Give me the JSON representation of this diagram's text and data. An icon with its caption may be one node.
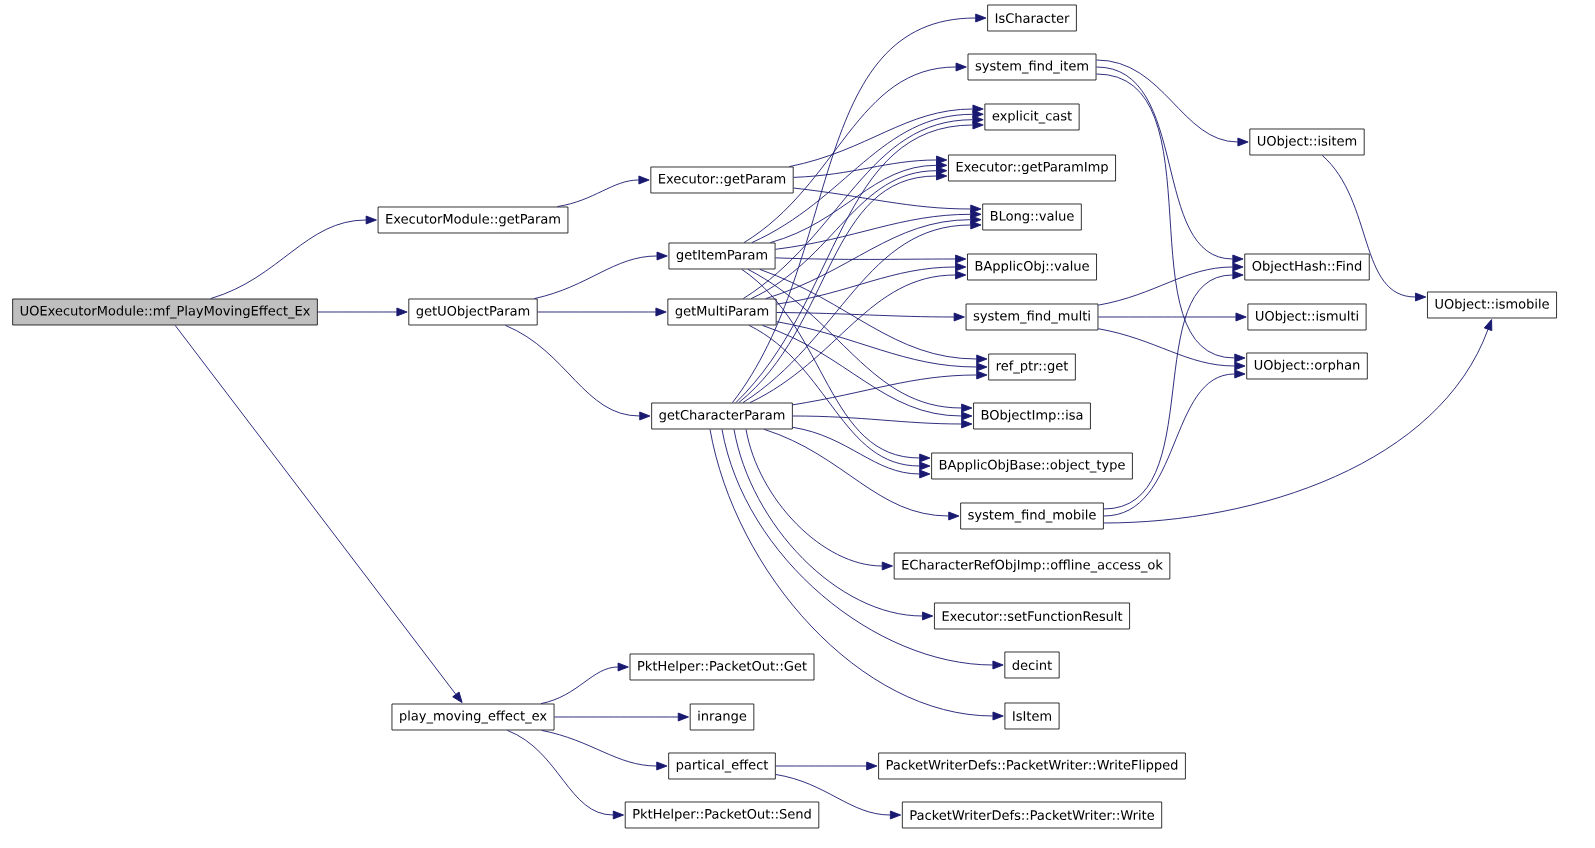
{
  "diagram": {
    "nodes": [
      {
        "text": [
          "UOExecutorModule::mf_PlayMovingEffect_Ex"
        ]
      },
      {
        "text": [
          "ExecutorModule::getParam"
        ]
      },
      {
        "text": [
          "getUObjectParam"
        ]
      },
      {
        "text": [
          "play_moving_effect_ex"
        ]
      },
      {
        "text": [
          "Executor::getParam"
        ]
      },
      {
        "text": [
          "getItemParam"
        ]
      },
      {
        "text": [
          "getMultiParam"
        ]
      },
      {
        "text": [
          "getCharacterParam"
        ]
      },
      {
        "text": [
          "PktHelper::PacketOut::Get"
        ]
      },
      {
        "text": [
          "inrange"
        ]
      },
      {
        "text": [
          "partical_effect"
        ]
      },
      {
        "text": [
          "PktHelper::PacketOut::Send"
        ]
      },
      {
        "text": [
          "IsCharacter"
        ]
      },
      {
        "text": [
          "system_find_item"
        ]
      },
      {
        "text": [
          "explicit_cast"
        ]
      },
      {
        "text": [
          "Executor::getParamImp"
        ]
      },
      {
        "text": [
          "BLong::value"
        ]
      },
      {
        "text": [
          "BApplicObj::value"
        ]
      },
      {
        "text": [
          "system_find_multi"
        ]
      },
      {
        "text": [
          "ref_ptr::get"
        ]
      },
      {
        "text": [
          "BObjectImp::isa"
        ]
      },
      {
        "text": [
          "BApplicObjBase::object_type"
        ]
      },
      {
        "text": [
          "system_find_mobile"
        ]
      },
      {
        "text": [
          "ECharacterRefObjImp::offline_access_ok"
        ]
      },
      {
        "text": [
          "Executor::setFunctionResult"
        ]
      },
      {
        "text": [
          "decint"
        ]
      },
      {
        "text": [
          "IsItem"
        ]
      },
      {
        "text": [
          "PacketWriterDefs::PacketWriter::WriteFlipped"
        ]
      },
      {
        "text": [
          "PacketWriterDefs::PacketWriter::Write"
        ]
      },
      {
        "text": [
          "UObject::isitem"
        ]
      },
      {
        "text": [
          "ObjectHash::Find"
        ]
      },
      {
        "text": [
          "UObject::ismulti"
        ]
      },
      {
        "text": [
          "UObject::orphan"
        ]
      },
      {
        "text": [
          "UObject::ismobile"
        ]
      }
    ],
    "edges": [
      {
        "from": 0,
        "to": 1,
        "arrow": "to"
      },
      {
        "from": 0,
        "to": 2,
        "arrow": "to"
      },
      {
        "from": 0,
        "to": 3,
        "arrow": "to"
      },
      {
        "from": 1,
        "to": 4,
        "arrow": "to"
      },
      {
        "from": 2,
        "to": 5,
        "arrow": "to"
      },
      {
        "from": 2,
        "to": 6,
        "arrow": "to"
      },
      {
        "from": 2,
        "to": 7,
        "arrow": "to"
      },
      {
        "from": 3,
        "to": 8,
        "arrow": "to"
      },
      {
        "from": 3,
        "to": 9,
        "arrow": "to"
      },
      {
        "from": 3,
        "to": 10,
        "arrow": "to"
      },
      {
        "from": 3,
        "to": 11,
        "arrow": "to"
      },
      {
        "from": 4,
        "to": 14,
        "arrow": "to"
      },
      {
        "from": 4,
        "to": 15,
        "arrow": "to"
      },
      {
        "from": 4,
        "to": 16,
        "arrow": "to"
      },
      {
        "from": 5,
        "to": 13,
        "arrow": "to"
      },
      {
        "from": 5,
        "to": 14,
        "arrow": "to"
      },
      {
        "from": 5,
        "to": 15,
        "arrow": "to"
      },
      {
        "from": 5,
        "to": 16,
        "arrow": "to"
      },
      {
        "from": 5,
        "to": 17,
        "arrow": "to"
      },
      {
        "from": 5,
        "to": 19,
        "arrow": "to"
      },
      {
        "from": 5,
        "to": 20,
        "arrow": "to"
      },
      {
        "from": 5,
        "to": 21,
        "arrow": "to"
      },
      {
        "from": 6,
        "to": 14,
        "arrow": "to"
      },
      {
        "from": 6,
        "to": 15,
        "arrow": "to"
      },
      {
        "from": 6,
        "to": 16,
        "arrow": "to"
      },
      {
        "from": 6,
        "to": 17,
        "arrow": "to"
      },
      {
        "from": 6,
        "to": 18,
        "arrow": "to"
      },
      {
        "from": 6,
        "to": 19,
        "arrow": "to"
      },
      {
        "from": 6,
        "to": 20,
        "arrow": "to"
      },
      {
        "from": 6,
        "to": 21,
        "arrow": "to"
      },
      {
        "from": 7,
        "to": 12,
        "arrow": "to"
      },
      {
        "from": 7,
        "to": 14,
        "arrow": "to"
      },
      {
        "from": 7,
        "to": 15,
        "arrow": "to"
      },
      {
        "from": 7,
        "to": 16,
        "arrow": "to"
      },
      {
        "from": 7,
        "to": 17,
        "arrow": "to"
      },
      {
        "from": 7,
        "to": 19,
        "arrow": "to"
      },
      {
        "from": 7,
        "to": 20,
        "arrow": "to"
      },
      {
        "from": 7,
        "to": 21,
        "arrow": "to"
      },
      {
        "from": 7,
        "to": 22,
        "arrow": "to"
      },
      {
        "from": 7,
        "to": 23,
        "arrow": "to"
      },
      {
        "from": 7,
        "to": 24,
        "arrow": "to"
      },
      {
        "from": 7,
        "to": 25,
        "arrow": "to"
      },
      {
        "from": 7,
        "to": 26,
        "arrow": "to"
      },
      {
        "from": 10,
        "to": 27,
        "arrow": "to"
      },
      {
        "from": 10,
        "to": 28,
        "arrow": "to"
      },
      {
        "from": 13,
        "to": 29,
        "arrow": "to"
      },
      {
        "from": 13,
        "to": 30,
        "arrow": "to"
      },
      {
        "from": 13,
        "to": 32,
        "arrow": "to"
      },
      {
        "from": 18,
        "to": 30,
        "arrow": "to"
      },
      {
        "from": 18,
        "to": 31,
        "arrow": "to"
      },
      {
        "from": 18,
        "to": 32,
        "arrow": "to"
      },
      {
        "from": 22,
        "to": 30,
        "arrow": "to"
      },
      {
        "from": 22,
        "to": 32,
        "arrow": "to"
      },
      {
        "from": 22,
        "to": 33,
        "arrow": "to"
      },
      {
        "from": 29,
        "to": 33,
        "arrow": "to"
      }
    ]
  }
}
